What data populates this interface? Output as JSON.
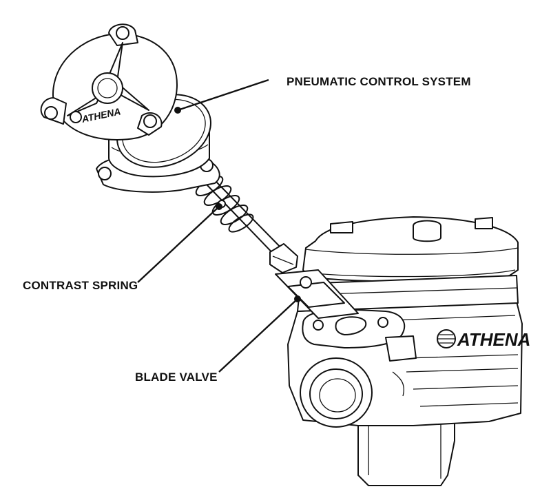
{
  "callouts": {
    "pneumatic": "PNEUMATIC CONTROL SYSTEM",
    "spring": "CONTRAST SPRING",
    "blade": "BLADE VALVE"
  },
  "branding": {
    "actuator_logo": "ATHENA",
    "cylinder_logo": "ATHENA"
  },
  "colors": {
    "line": "#111111",
    "background": "#ffffff"
  }
}
